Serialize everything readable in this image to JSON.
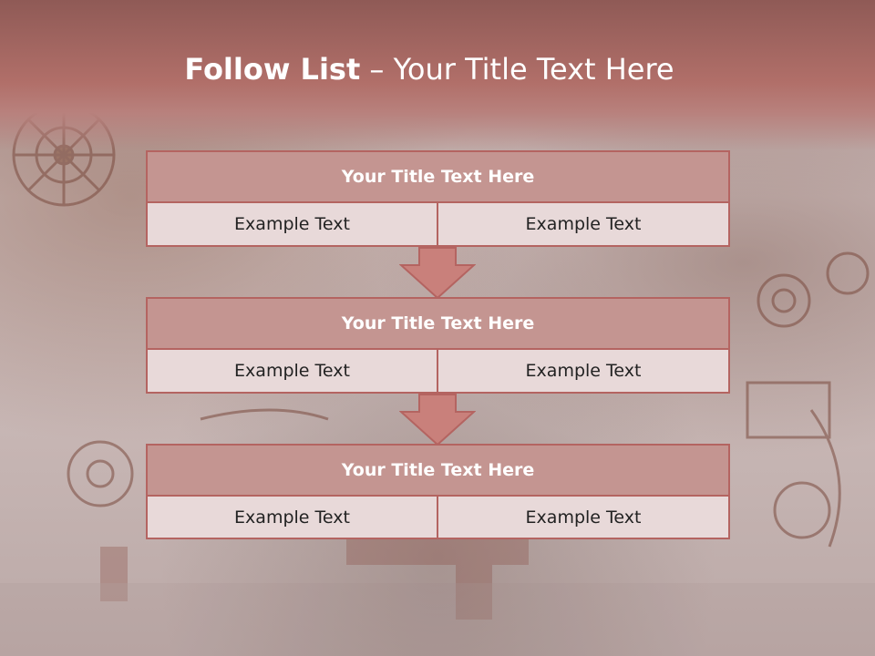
{
  "slide": {
    "title_bold": "Follow List",
    "title_rest": " – Your Title Text Here"
  },
  "steps": [
    {
      "title": "Your Title Text Here",
      "left": "Example Text",
      "right": "Example Text"
    },
    {
      "title": "Your Title Text Here",
      "left": "Example Text",
      "right": "Example Text"
    },
    {
      "title": "Your Title Text Here",
      "left": "Example Text",
      "right": "Example Text"
    }
  ],
  "colors": {
    "header": "#b16f69",
    "box_title_fill": "#c49591",
    "box_border": "#b46461",
    "cell_fill": "#e8d9d9",
    "arrow_fill": "#c9807b"
  }
}
